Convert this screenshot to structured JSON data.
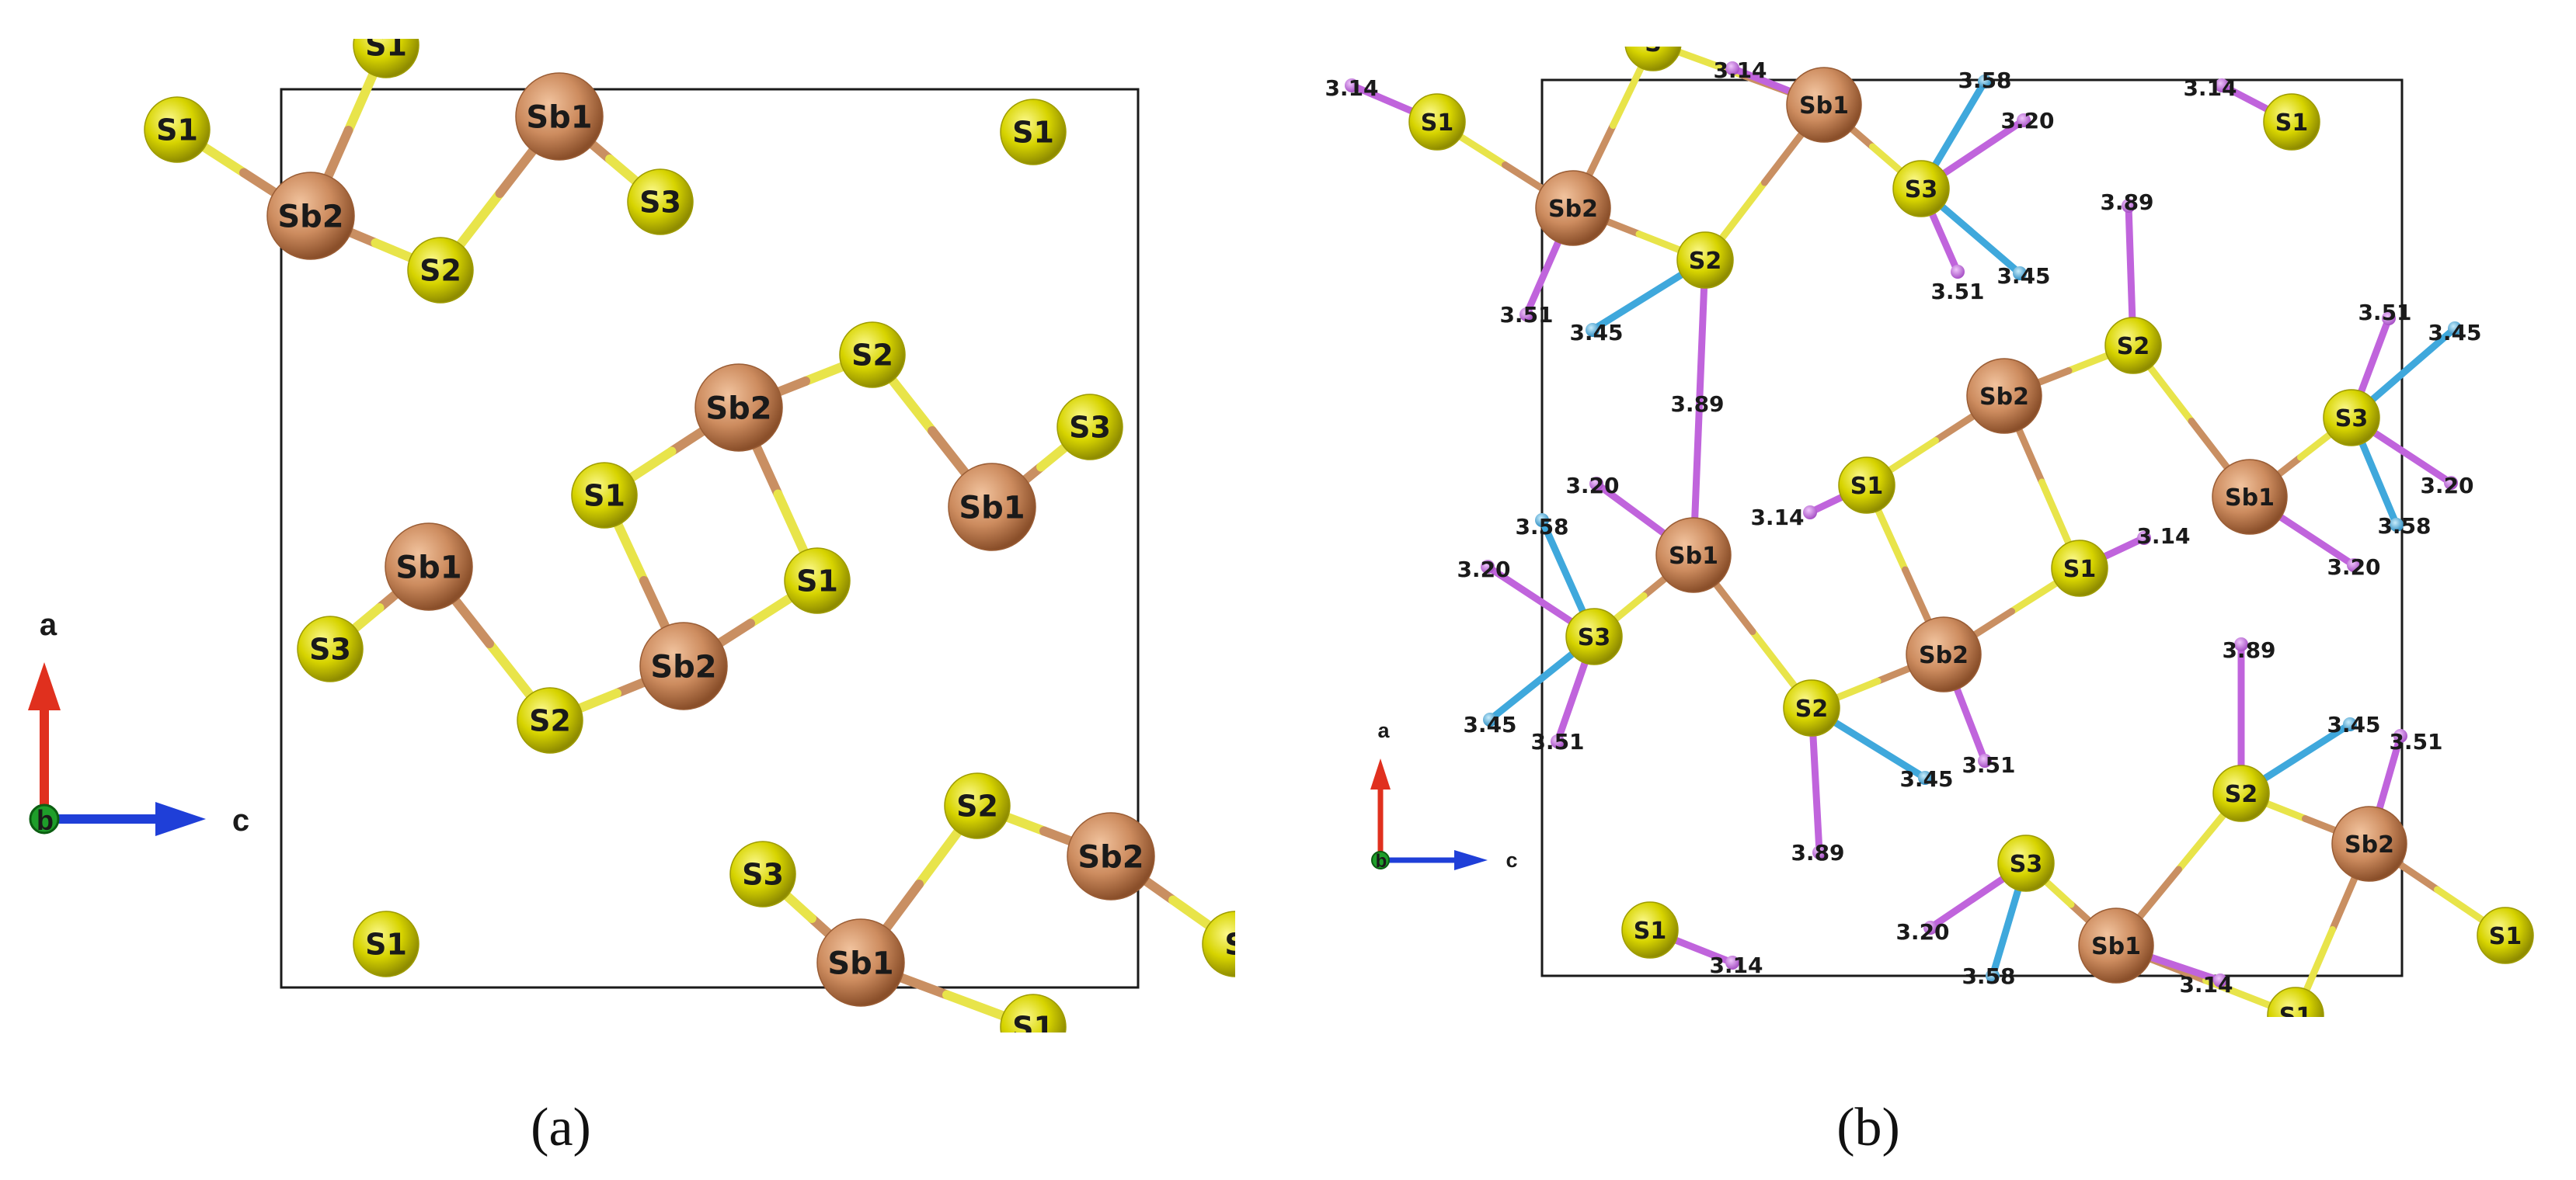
{
  "colors": {
    "sb": "#cd8c5f",
    "sb_dark": "#9a5d35",
    "s": "#d7d400",
    "s_dark": "#9e9b00",
    "bond_sb": "#c98f62",
    "bond_s": "#e8e44a",
    "dist_magenta": "#c064dc",
    "dist_cyan": "#3fa8dc",
    "axis_a": "#e0301e",
    "axis_c": "#1f3fd8",
    "axis_b": "#1e9e2a",
    "cell": "#1a1a1a"
  },
  "panel_a": {
    "caption": "(a)",
    "axes": {
      "a": "a",
      "b": "b",
      "c": "c"
    }
  },
  "panel_b": {
    "caption": "(b)",
    "axes": {
      "a": "a",
      "b": "b",
      "c": "c"
    }
  }
}
